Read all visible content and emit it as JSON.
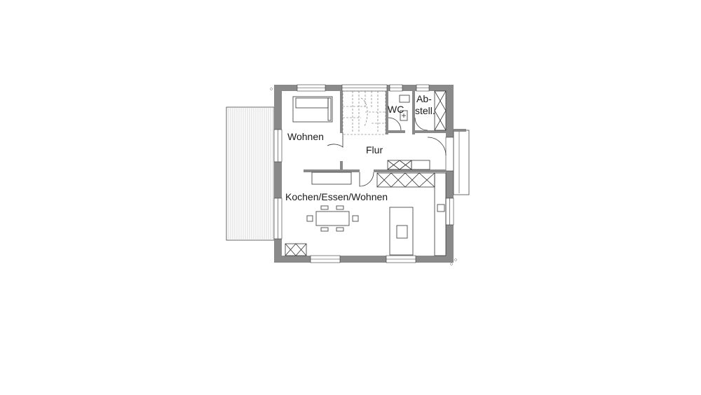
{
  "rooms": {
    "wohnen": "Wohnen",
    "flur": "Flur",
    "wc": "WC",
    "abstell_line1": "Ab-",
    "abstell_line2": "stell.",
    "kochen": "Kochen/Essen/Wohnen"
  },
  "colors": {
    "wall": "#8a8a8a",
    "line": "#333333",
    "background": "#ffffff"
  }
}
